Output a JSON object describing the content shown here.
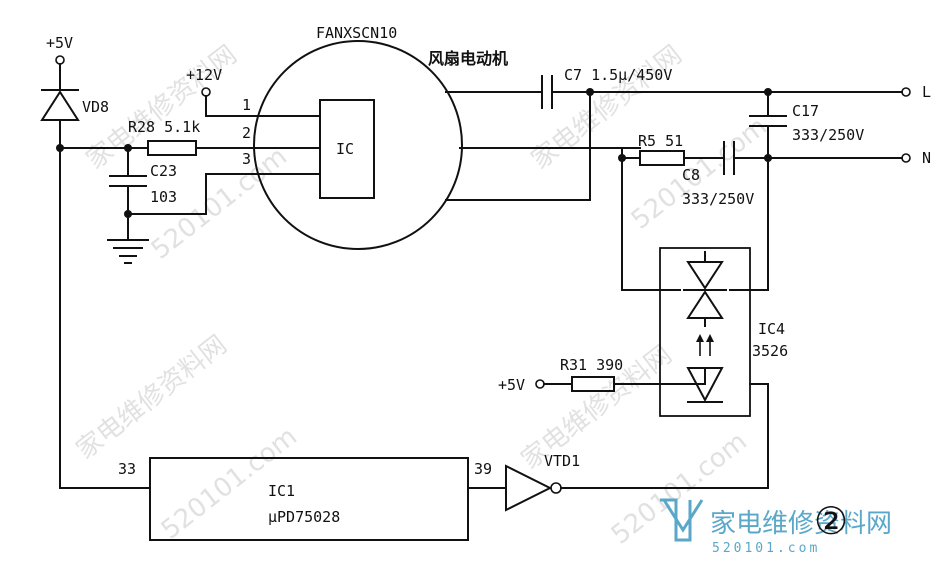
{
  "labels": {
    "p5v_top": "+5V",
    "vd8": "VD8",
    "p12v": "+12V",
    "r28": "R28 5.1k",
    "c23": "C23",
    "c23_val": "103",
    "motor_model": "FANXSCN10",
    "motor_name": "风扇电动机",
    "ic": "IC",
    "pin1": "1",
    "pin2": "2",
    "pin3": "3",
    "c7": "C7 1.5μ/450V",
    "c17": "C17",
    "c17_val": "333/250V",
    "r5": "R5 51",
    "c8": "C8",
    "c8_val": "333/250V",
    "term_l": "L",
    "term_n": "N",
    "ic4": "IC4",
    "ic4_val": "3526",
    "p5v_mid": "+5V",
    "r31": "R31 390",
    "vtd1": "VTD1",
    "pin33": "33",
    "pin39": "39",
    "ic1": "IC1",
    "ic1_part": "μPD75028",
    "figure_number": "②"
  },
  "watermarks": {
    "cn": "家电维修资料网",
    "url": "520101.com"
  },
  "logo": {
    "text": "家电维修资料网",
    "url": "520101.com"
  },
  "colors": {
    "ink": "#111111",
    "logo": "#5aa7c9",
    "watermark": "#c9c9c9"
  }
}
